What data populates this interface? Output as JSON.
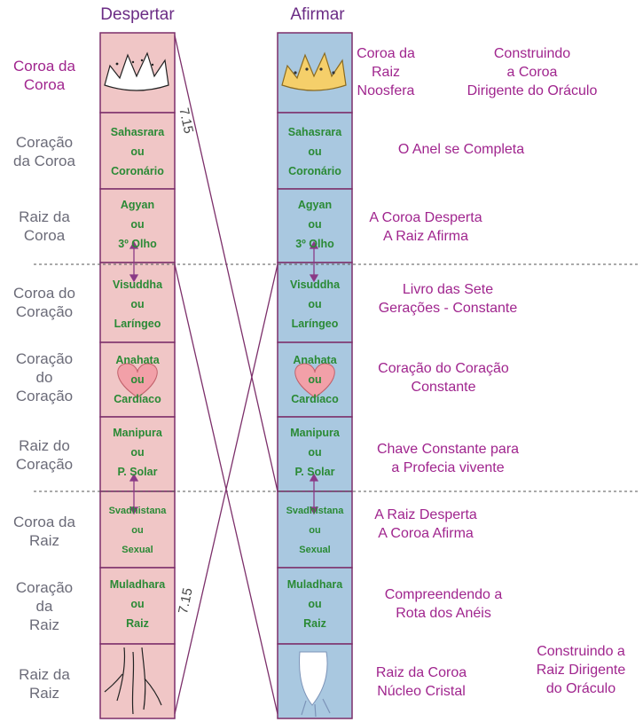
{
  "columns": {
    "left_title": "Despertar",
    "right_title": "Afirmar"
  },
  "left_labels": [
    "Coroa da\nCoroa",
    "Coração\nda Coroa",
    "Raiz da\nCoroa",
    "Coroa do\nCoração",
    "Coração\ndo\nCoração",
    "Raiz do\nCoração",
    "Coroa da\nRaiz",
    "Coração\nda\nRaiz",
    "Raiz da\nRaiz"
  ],
  "chakras": [
    "",
    "Sahasrara\nou\nCoronário",
    "Agyan\nou\n3º Olho",
    "Visuddha\nou\nLaríngeo",
    "Anahata\nou\nCardíaco",
    "Manipura\nou\nP. Solar",
    "Svadhistana\nou\nSexual",
    "Muladhara\nou\nRaiz",
    ""
  ],
  "right_texts": {
    "r0a": "Coroa da\nRaiz\nNoosfera",
    "r0b": "Construindo\na Coroa\nDirigente do Oráculo",
    "r1": "O Anel se Completa",
    "r2": "A Coroa Desperta\nA Raiz Afirma",
    "r3": "Livro das Sete\nGerações - Constante",
    "r4": "Coração do Coração\nConstante",
    "r5": "Chave Constante para\na Profecia vivente",
    "r6": "A Raiz Desperta\nA Coroa Afirma",
    "r7": "Compreendendo a\nRota dos Anéis",
    "r8a": "Raiz da Coroa\nNúcleo Cristal",
    "r8b": "Construindo a\nRaiz Dirigente\ndo Oráculo"
  },
  "line_labels": {
    "top": "7.15",
    "bottom": "7.15"
  },
  "colors": {
    "left_fill": "#f0c6c6",
    "right_fill": "#a9c8e0",
    "border": "#7c2f6a",
    "purple_text": "#a0258e",
    "green_text": "#2a8a35",
    "gray_text": "#6b6b78",
    "heart": "#f2a0a8",
    "crown_gold": "#f5cf6a"
  }
}
